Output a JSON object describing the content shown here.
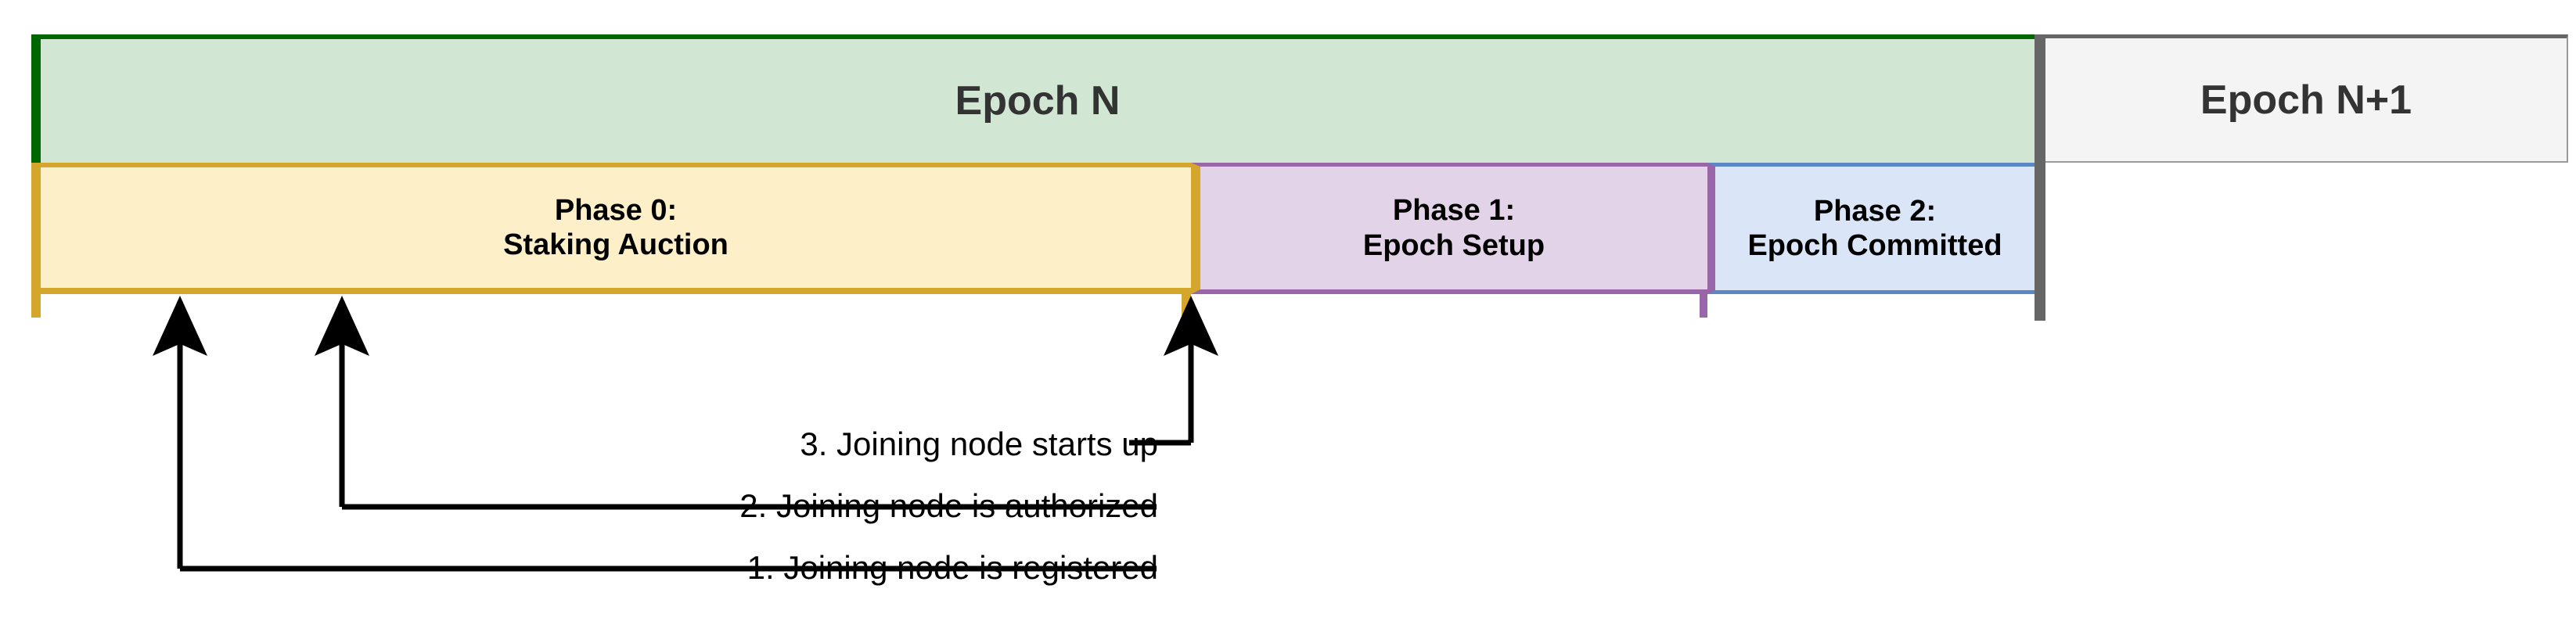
{
  "diagram": {
    "title": "Epoch phases and joining node timeline",
    "epochs": [
      {
        "id": "epoch-n",
        "label": "Epoch N",
        "fill": "#d1e7d4",
        "border": "#006600"
      },
      {
        "id": "epoch-n1",
        "label": "Epoch N+1",
        "fill": "#f4f4f4",
        "border": "#666666"
      }
    ],
    "phases": [
      {
        "id": "phase-0",
        "number": "Phase 0:",
        "name": "Staking Auction",
        "fill": "#fdf0c8",
        "border": "#d4a72c"
      },
      {
        "id": "phase-1",
        "number": "Phase 1:",
        "name": "Epoch Setup",
        "fill": "#e3d3e8",
        "border": "#9966aa"
      },
      {
        "id": "phase-2",
        "number": "Phase 2:",
        "name": "Epoch Committed",
        "fill": "#dae6f8",
        "border": "#5b87c4"
      }
    ],
    "callouts": [
      {
        "id": "callout-1",
        "text": "1. Joining node is registered",
        "marker_phase": "phase-0"
      },
      {
        "id": "callout-2",
        "text": "2. Joining node is authorized",
        "marker_phase": "phase-0"
      },
      {
        "id": "callout-3",
        "text": "3. Joining node starts up",
        "marker_phase": "phase-0-end"
      }
    ]
  }
}
